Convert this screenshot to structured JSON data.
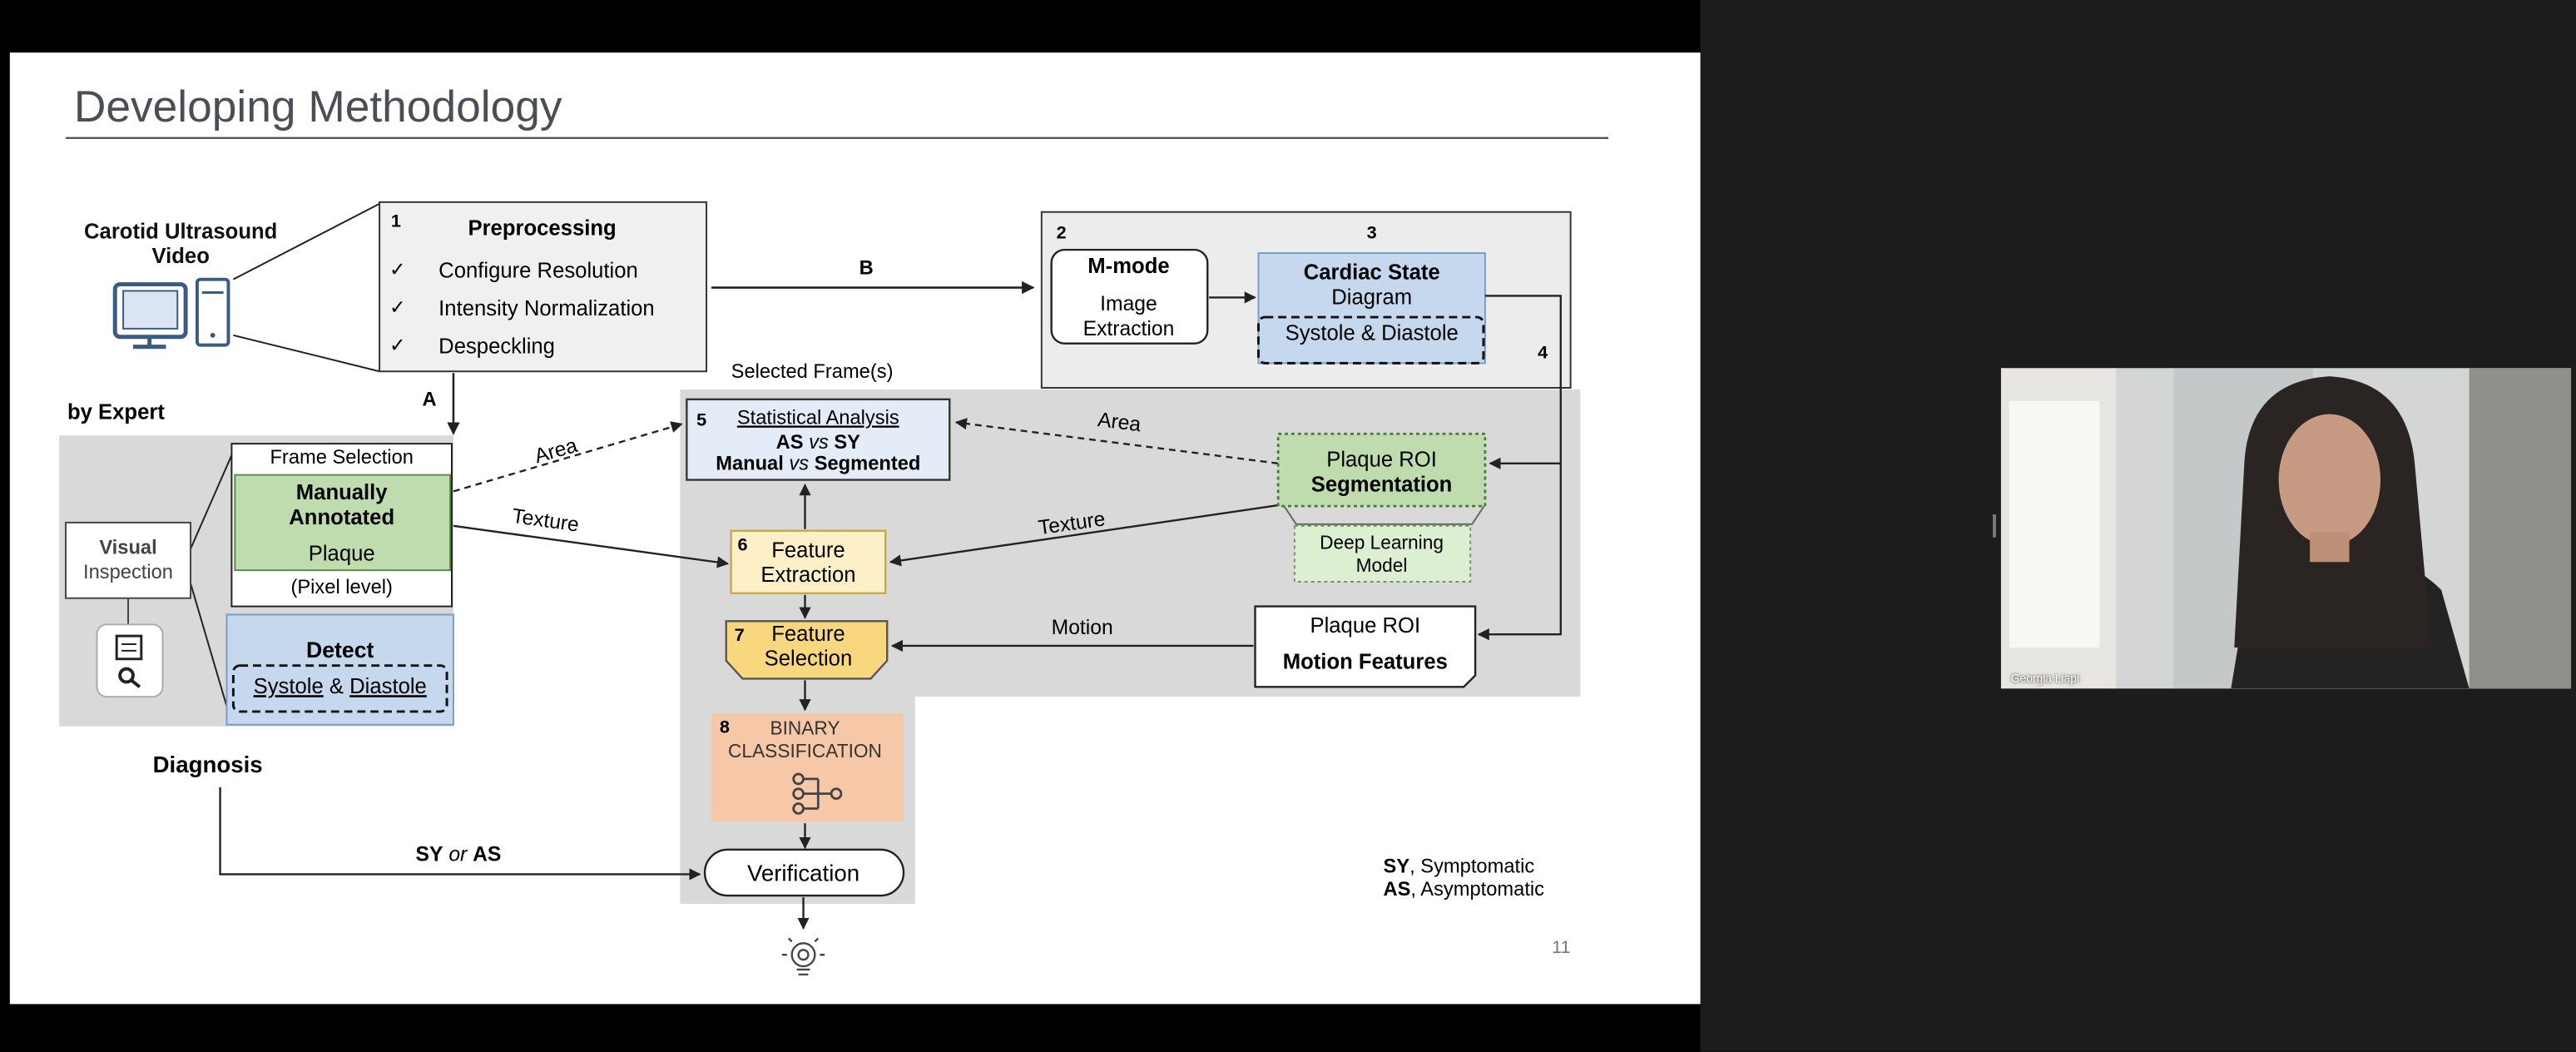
{
  "slide": {
    "title": "Developing Methodology",
    "page_number": "11",
    "source_label": [
      "Carotid Ultrasound",
      "Video"
    ],
    "preprocessing": {
      "number": "1",
      "title": "Preprocessing",
      "items": [
        "Configure Resolution",
        "Intensity Normalization",
        "Despeckling"
      ]
    },
    "arrow_a": "A",
    "arrow_b": "B",
    "mmode": {
      "number": "2",
      "title": "M-mode",
      "line1": "Image",
      "line2": "Extraction"
    },
    "cardiac": {
      "number": "3",
      "title": "Cardiac State",
      "line1": "Diagram",
      "line2": "Systole & Diastole"
    },
    "step4": "4",
    "selected_frames": "Selected Frame(s)",
    "by_expert": "by Expert",
    "frame_selection": "Frame Selection",
    "manual_annot": {
      "line1": "Manually",
      "line2": "Annotated",
      "line3": "Plaque",
      "line4": "(Pixel level)"
    },
    "visual_inspection": {
      "line1": "Visual",
      "line2": "Inspection"
    },
    "detect": {
      "title": "Detect",
      "systole": "Systole",
      "amp": "&",
      "diastole": "Diastole"
    },
    "stat": {
      "number": "5",
      "title": "Statistical Analysis",
      "as": "AS",
      "vs1": "vs",
      "sy": "SY",
      "manual": "Manual",
      "vs2": "vs",
      "segmented": "Segmented"
    },
    "area_left": "Area",
    "area_right": "Area",
    "texture_left": "Texture",
    "texture_right": "Texture",
    "motion": "Motion",
    "feature_extraction": {
      "number": "6",
      "line1": "Feature",
      "line2": "Extraction"
    },
    "feature_selection": {
      "number": "7",
      "line1": "Feature",
      "line2": "Selection"
    },
    "binary": {
      "number": "8",
      "line1": "BINARY",
      "line2": "CLASSIFICATION"
    },
    "plaque_seg": {
      "line1": "Plaque ROI",
      "line2": "Segmentation"
    },
    "deep_learning": {
      "line1": "Deep Learning",
      "line2": "Model"
    },
    "plaque_motion": {
      "line1": "Plaque ROI",
      "line2": "Motion Features"
    },
    "diagnosis": "Diagnosis",
    "sy_or_as": {
      "sy": "SY",
      "or": "or",
      "as": "AS"
    },
    "verification": "Verification",
    "legend": {
      "sy": "SY",
      "sy_text": ", Symptomatic",
      "as": "AS",
      "as_text": ", Asymptomatic"
    }
  },
  "video": {
    "participant_name": "Georgia Liapi"
  },
  "colors": {
    "slide_bg": "#ffffff",
    "blue_box": "#c5d8ee",
    "green_box": "#bfdcae",
    "yellow_box": "#fdf0c7",
    "orange_box": "#f6c8a8",
    "gray_panel": "#d9d9d9"
  }
}
